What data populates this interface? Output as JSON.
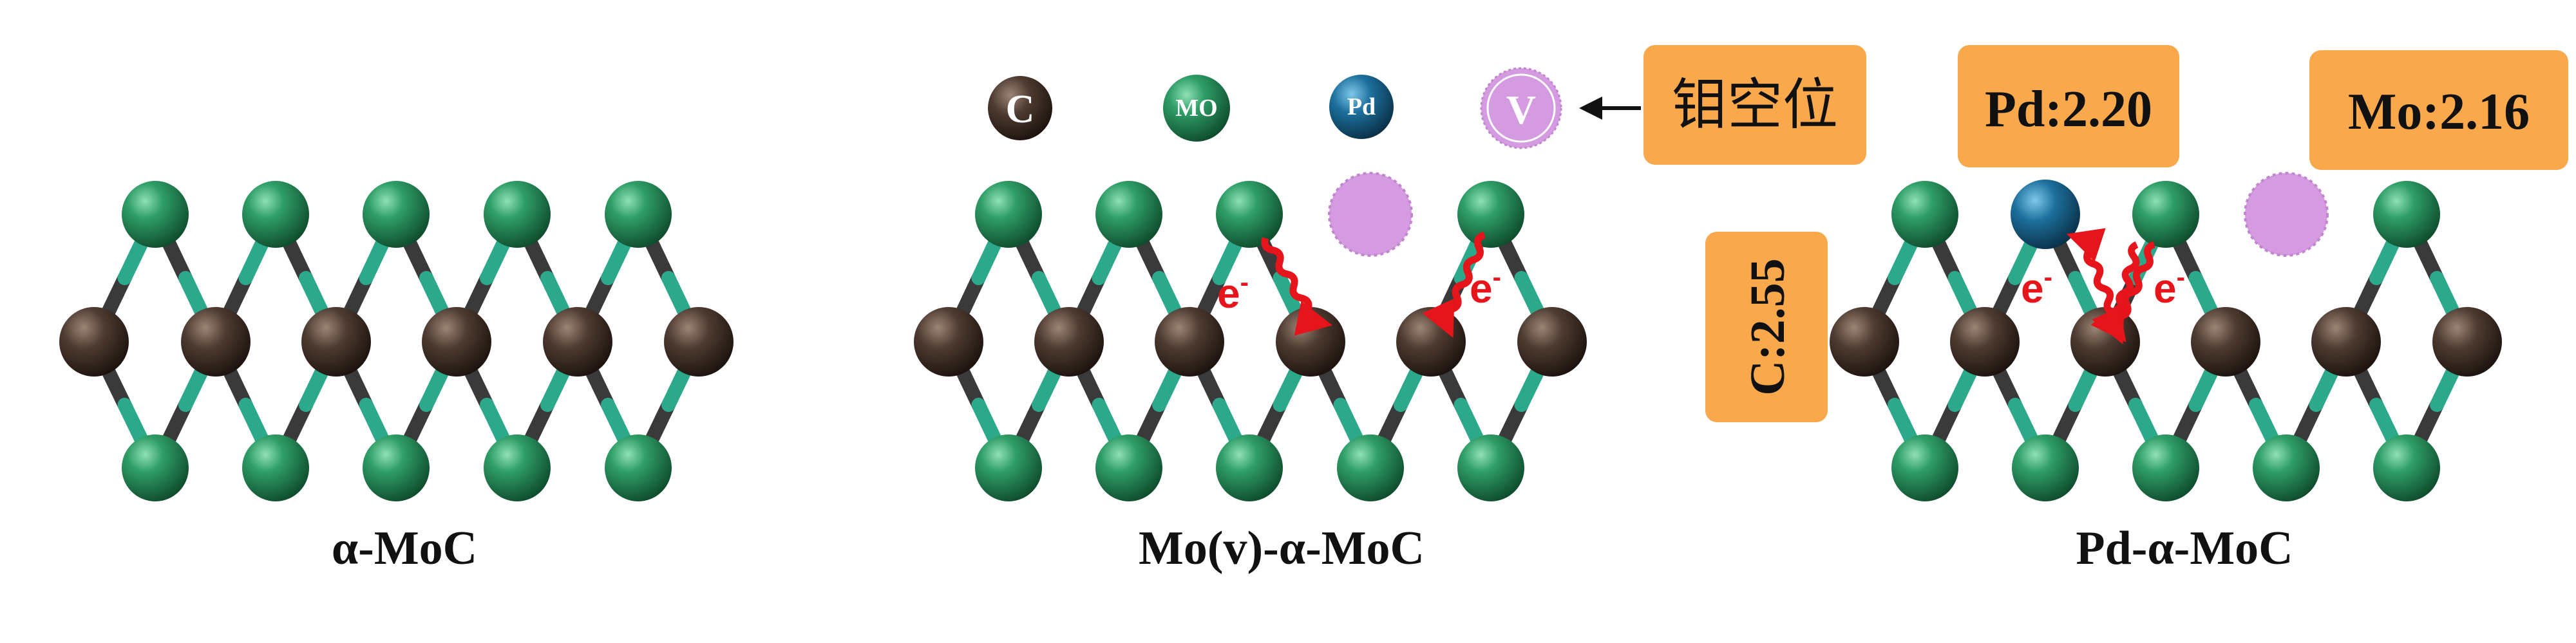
{
  "panels": [
    {
      "caption": "α-MoC"
    },
    {
      "caption": "Mo(v)-α-MoC"
    },
    {
      "caption": "Pd-α-MoC"
    }
  ],
  "legend": {
    "c": "C",
    "mo": "MO",
    "pd": "Pd",
    "vacancy": "V",
    "vacancy_label": "钼空位"
  },
  "electron_label": "e",
  "electron_sup": "-",
  "boxes": {
    "pd": "Pd:2.20",
    "mo": "Mo:2.16",
    "c": "C:2.55"
  },
  "colors": {
    "box": "#f9a94c",
    "mo_atom": "#1f8a55",
    "c_atom": "#4a3a30",
    "pd_atom": "#1b6c9a",
    "vacancy": "#d59be0",
    "bond_green": "#2ca98a",
    "bond_dark": "#3f3f3f",
    "electron": "#e6141b"
  }
}
